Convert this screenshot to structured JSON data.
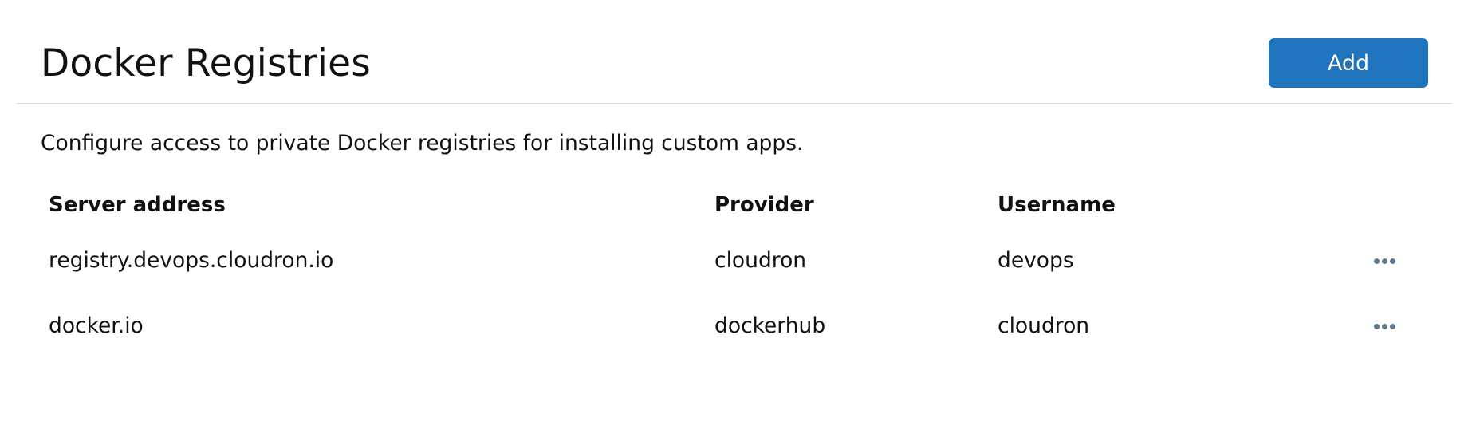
{
  "header": {
    "title": "Docker Registries",
    "add_label": "Add"
  },
  "description": "Configure access to private Docker registries for installing custom apps.",
  "table": {
    "columns": [
      "Server address",
      "Provider",
      "Username",
      ""
    ],
    "rows": [
      {
        "server_address": "registry.devops.cloudron.io",
        "provider": "cloudron",
        "username": "devops",
        "actions_icon": "more-horizontal-icon"
      },
      {
        "server_address": "docker.io",
        "provider": "dockerhub",
        "username": "cloudron",
        "actions_icon": "more-horizontal-icon"
      }
    ]
  },
  "colors": {
    "primary": "#1f74bd",
    "divider": "#dadde1",
    "action_icon": "#5f7a8c",
    "text": "#111111"
  }
}
